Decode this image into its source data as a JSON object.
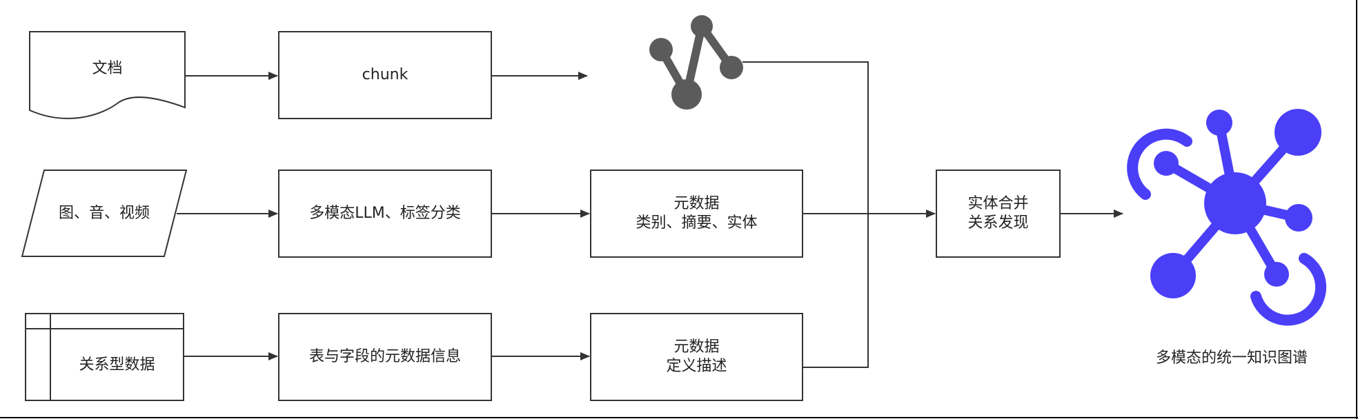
{
  "colors": {
    "stroke": "#333333",
    "icon_gray": "#5b5b5b",
    "icon_brand": "#4a3ff7",
    "border": "#000000"
  },
  "sources": {
    "document": "文档",
    "media": "图、音、视频",
    "relational": "关系型数据"
  },
  "process": {
    "chunk": "chunk",
    "multimodal": "多模态LLM、标签分类",
    "table_meta": "表与字段的元数据信息"
  },
  "metadata1": {
    "line1": "元数据",
    "line2": "类别、摘要、实体"
  },
  "metadata2": {
    "line1": "元数据",
    "line2": "定义描述"
  },
  "merge": {
    "line1": "实体合并",
    "line2": "关系发现"
  },
  "output": {
    "caption": "多模态的统一知识图谱"
  },
  "icons": {
    "chunk_graph": "graph-nodes-icon",
    "knowledge_graph": "knowledge-graph-icon"
  }
}
